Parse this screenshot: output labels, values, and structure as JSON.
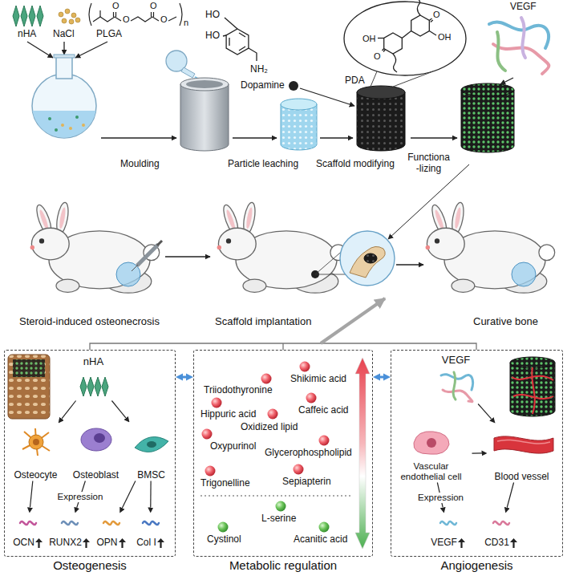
{
  "diagram": {
    "nodes": [
      {
        "text": [
          "Osteogenesis"
        ]
      },
      {
        "text": [
          "nHA"
        ],
        "in": 0
      },
      {
        "text": [
          "Osteocyte"
        ],
        "in": 0
      },
      {
        "text": [
          "Osteoblast"
        ],
        "in": 0
      },
      {
        "text": [
          "BMSC"
        ],
        "in": 0
      },
      {
        "text": [
          "OCN"
        ],
        "in": 0
      },
      {
        "text": [
          "RUNX2"
        ],
        "in": 0
      },
      {
        "text": [
          "OPN"
        ],
        "in": 0
      },
      {
        "text": [
          "Col I"
        ],
        "in": 0
      },
      {
        "text": [
          "Metabolic regulation"
        ]
      },
      {
        "text": [
          "Angiogenesis"
        ]
      },
      {
        "text": [
          "VEGF"
        ],
        "in": 10
      },
      {
        "text": [
          "Vascular endothelial cell"
        ],
        "in": 10
      },
      {
        "text": [
          "Blood vessel"
        ],
        "in": 10
      },
      {
        "text": [
          "VEGF"
        ],
        "in": 10
      },
      {
        "text": [
          "CD31"
        ],
        "in": 10
      }
    ],
    "edges": [
      {
        "from": 0,
        "to": 9,
        "arrow": "both"
      },
      {
        "from": 9,
        "to": 10,
        "arrow": "both"
      },
      {
        "from": 1,
        "to": 2,
        "arrow": "to"
      },
      {
        "from": 1,
        "to": 4,
        "arrow": "to"
      },
      {
        "from": 2,
        "to": 5,
        "arrow": "to"
      },
      {
        "from": 3,
        "to": 6,
        "label": "Expression",
        "arrow": "to"
      },
      {
        "from": 4,
        "to": 7,
        "arrow": "to"
      },
      {
        "from": 4,
        "to": 8,
        "arrow": "to"
      },
      {
        "from": 11,
        "to": 13,
        "arrow": "to"
      },
      {
        "from": 12,
        "to": 13,
        "arrow": "to"
      },
      {
        "from": 12,
        "to": 14,
        "label": "Expression",
        "arrow": "to"
      },
      {
        "from": 13,
        "to": 15,
        "arrow": "to"
      }
    ],
    "labels": [
      "nHA",
      "NaCl",
      "PLGA",
      "O",
      "O",
      "O",
      "O",
      "n",
      "HO",
      "HO",
      "NH₂",
      "Dopamine",
      "PDA",
      "O",
      "OH",
      "OH",
      "O",
      "VEGF",
      "Moulding",
      "Particle leaching",
      "Scaffold modifying",
      "Functiona -lizing",
      "Steroid-induced osteonecrosis",
      "Scaffold implantation",
      "Curative bone",
      "Shikimic acid",
      "Triiodothyronine",
      "Caffeic acid",
      "Hippuric acid",
      "Oxidized lipid",
      "Oxypurinol",
      "Glycerophospholipid",
      "Trigonelline",
      "Sepiapterin",
      "L-serine",
      "Cystinol",
      "Acanitic acid"
    ]
  }
}
